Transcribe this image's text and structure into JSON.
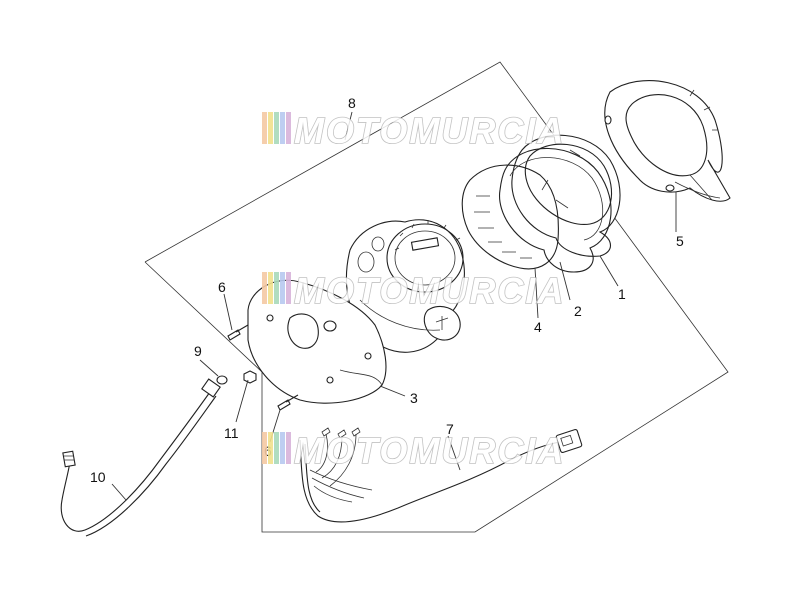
{
  "callouts": {
    "c1": "1",
    "c2": "2",
    "c3": "3",
    "c4": "4",
    "c5": "5",
    "c6a": "6",
    "c6b": "6",
    "c7": "7",
    "c8": "8",
    "c9": "9",
    "c10": "10",
    "c11": "11"
  },
  "watermark": {
    "text": "MOTOMURCIA",
    "stripe_colors": [
      "#f4c9a3",
      "#f1e08c",
      "#a9d9b9",
      "#b7c9ef",
      "#d7b3d9"
    ]
  },
  "colors": {
    "line": "#222222",
    "background": "#ffffff",
    "watermark_outline": "#b8b8b8"
  }
}
